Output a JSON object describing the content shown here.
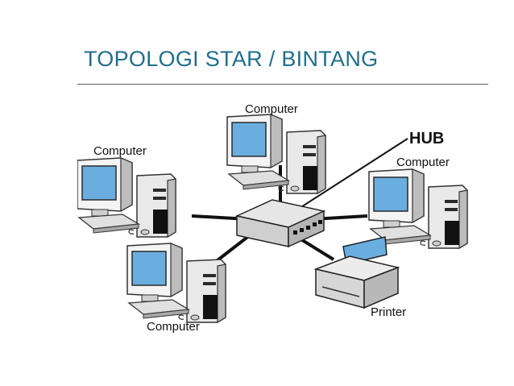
{
  "slide": {
    "title": "TOPOLOGI STAR / BINTANG"
  },
  "diagram": {
    "hub_label": "HUB",
    "nodes": [
      {
        "id": "top",
        "label": "Computer"
      },
      {
        "id": "left",
        "label": "Computer"
      },
      {
        "id": "right",
        "label": "Computer"
      },
      {
        "id": "bottom-left",
        "label": "Computer"
      },
      {
        "id": "printer",
        "label": "Printer"
      }
    ],
    "colors": {
      "title": "#1f6f8b",
      "screen": "#6aaee0",
      "cable": "#111111",
      "device_body": "#e4e4e4"
    }
  }
}
